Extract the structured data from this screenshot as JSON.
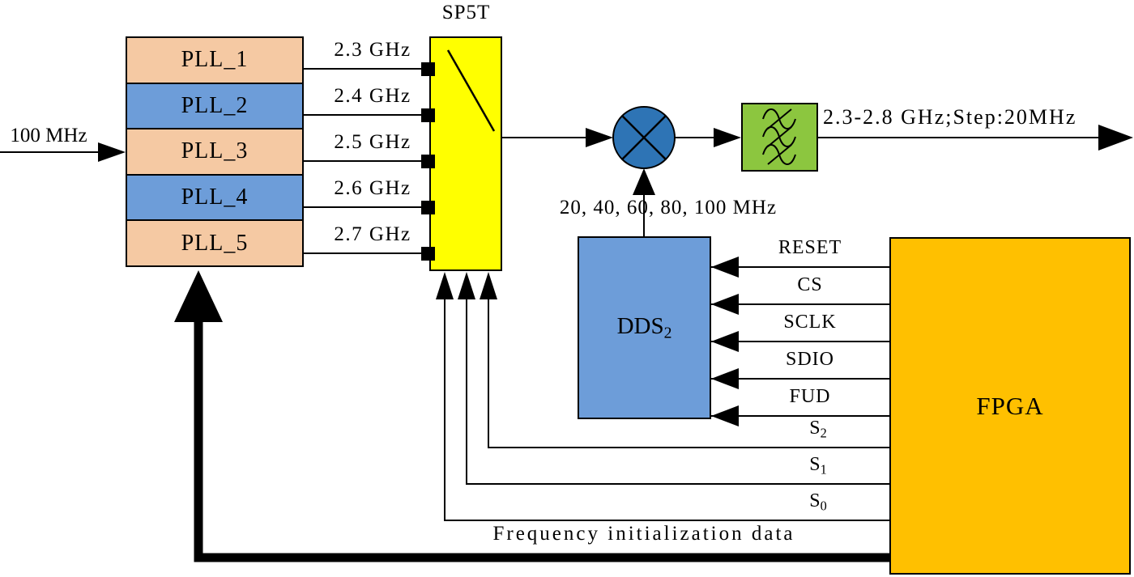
{
  "diagram": {
    "input": {
      "label": "100 MHz"
    },
    "pll": {
      "blocks": [
        {
          "label": "PLL_1",
          "freq": "2.3 GHz"
        },
        {
          "label": "PLL_2",
          "freq": "2.4 GHz"
        },
        {
          "label": "PLL_3",
          "freq": "2.5 GHz"
        },
        {
          "label": "PLL_4",
          "freq": "2.6 GHz"
        },
        {
          "label": "PLL_5",
          "freq": "2.7 GHz"
        }
      ]
    },
    "switch": {
      "label": "SP5T"
    },
    "dds": {
      "label": "DDS",
      "sub": "2",
      "output_label": "20, 40, 60, 80, 100 MHz"
    },
    "fpga": {
      "label": "FPGA"
    },
    "control_signals": [
      {
        "label": "RESET"
      },
      {
        "label": "CS"
      },
      {
        "label": "SCLK"
      },
      {
        "label": "SDIO"
      },
      {
        "label": "FUD"
      }
    ],
    "select_signals": [
      {
        "label": "S",
        "sub": "2"
      },
      {
        "label": "S",
        "sub": "1"
      },
      {
        "label": "S",
        "sub": "0"
      }
    ],
    "output": {
      "label": "2.3-2.8 GHz;Step:20MHz"
    },
    "freq_init": {
      "label": "Frequency initialization data"
    },
    "icons": {
      "mixer": "mixer-crossed-circle",
      "filter": "bandpass-filter-waves"
    },
    "colors": {
      "pll_odd": "#F5C9A3",
      "pll_even": "#6D9DD9",
      "switch": "#FFFF00",
      "filter": "#8CC63F",
      "dds": "#6D9DD9",
      "fpga": "#FFC000",
      "mixer": "#2E74B5"
    }
  }
}
